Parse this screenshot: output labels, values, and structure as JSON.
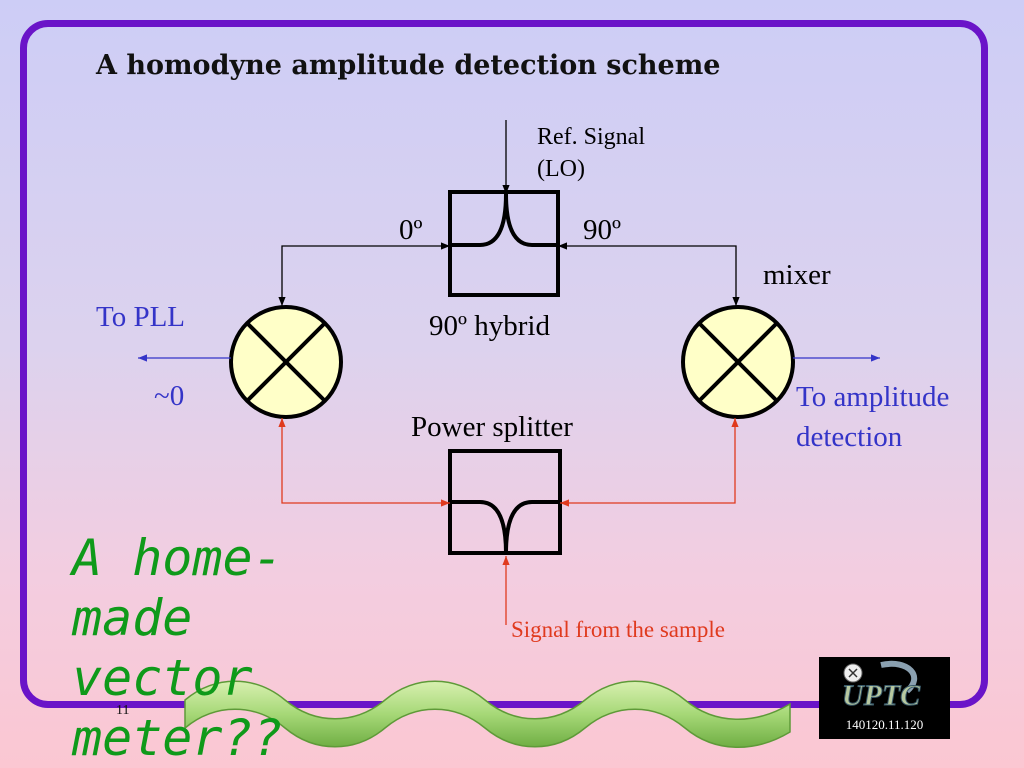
{
  "slide": {
    "title": "A homodyne amplitude detection scheme",
    "slogan": "A home-made vector meter??",
    "page_number": "11",
    "logo_caption": "140120.11.120",
    "logo_text": "UPTC"
  },
  "diagram": {
    "ref_signal_line1": "Ref. Signal",
    "ref_signal_line2": "(LO)",
    "zero_deg": "0º",
    "ninety_deg": "90º",
    "hybrid_label": "90º hybrid",
    "mixer_label": "mixer",
    "to_pll": "To PLL",
    "approx_zero": "~0",
    "to_amplitude_line1": "To amplitude",
    "to_amplitude_line2": "detection",
    "power_splitter": "Power splitter",
    "signal_from_sample": "Signal from the sample"
  },
  "colors": {
    "frame": "#6a14c8",
    "mixer_fill": "#ffffc8",
    "blue_text": "#3434c8",
    "red_signal": "#e03a1e",
    "green_slogan": "#0f9a1a"
  },
  "icons": [
    "mixer-cross-icon",
    "ribbon-banner",
    "university-logo"
  ]
}
